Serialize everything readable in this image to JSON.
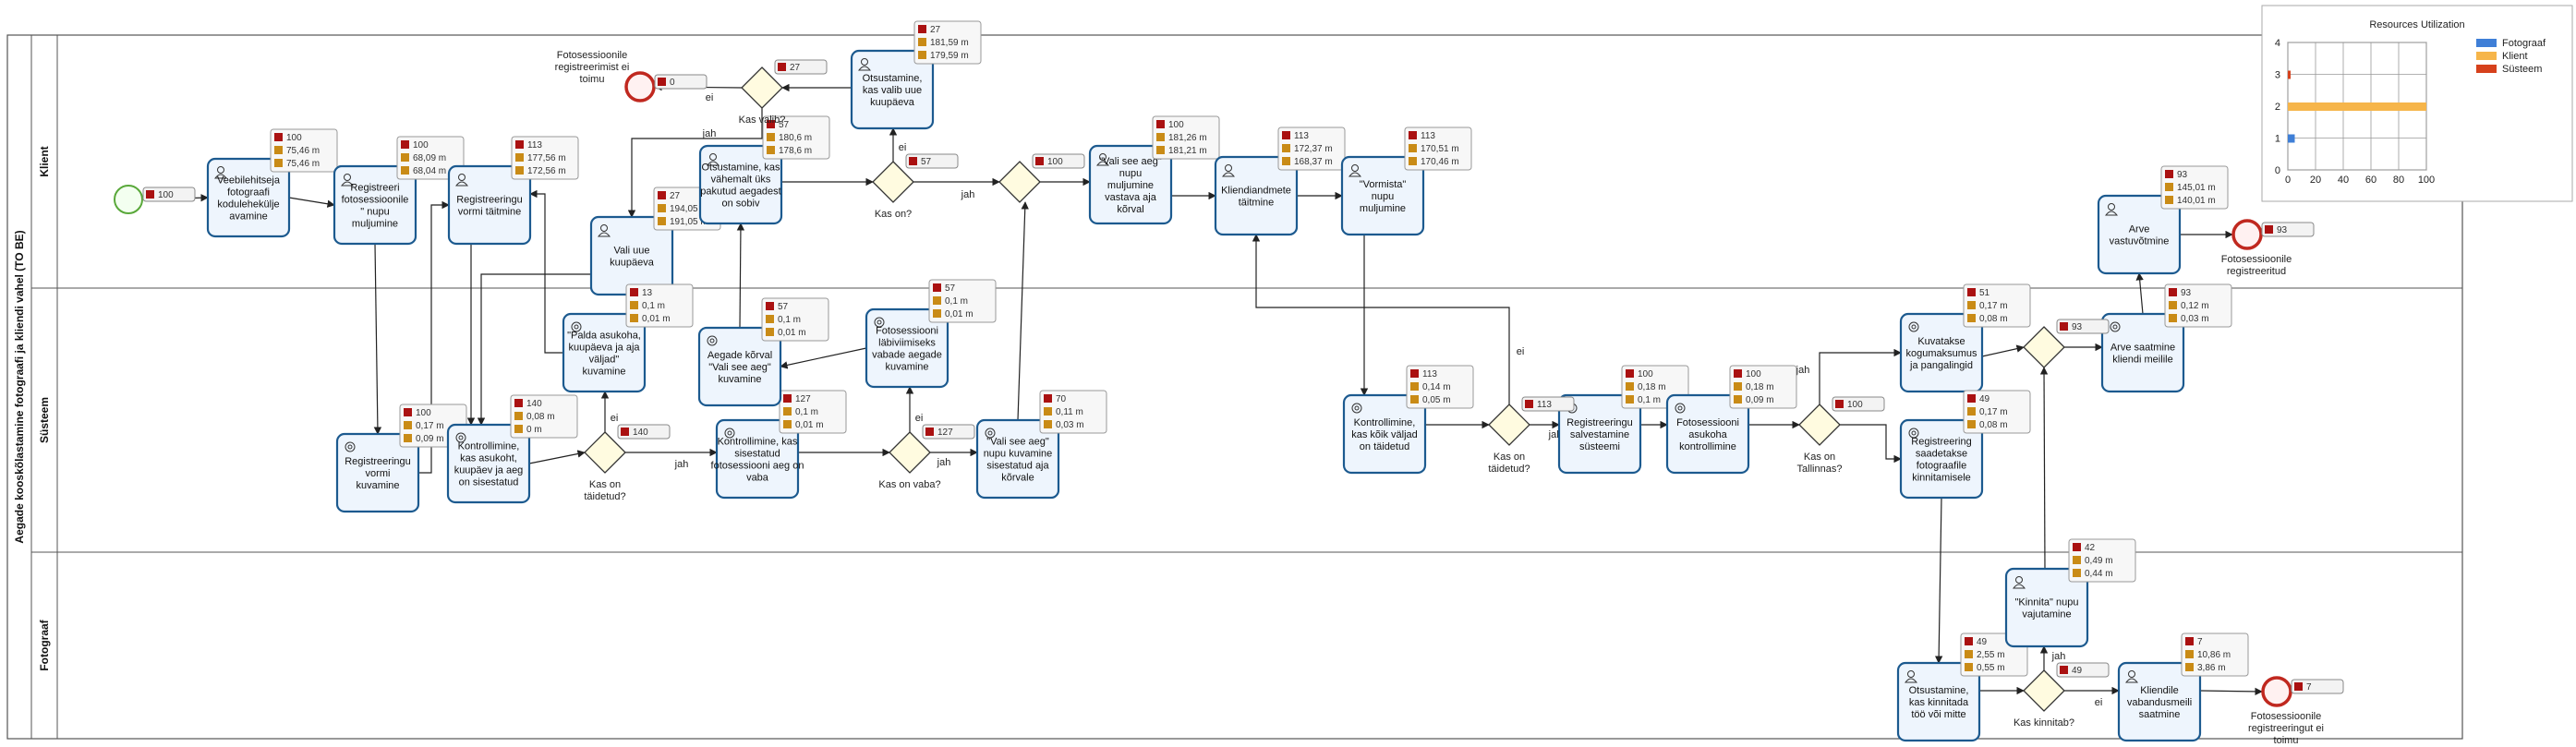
{
  "pool": {
    "title": "Aegade kooskõlastamine fotograafi ja kliendi vahel (TO BE)"
  },
  "lanes": [
    {
      "id": "klient",
      "label": "Klient"
    },
    {
      "id": "susteem",
      "label": "Süsteem"
    },
    {
      "id": "fotograaf",
      "label": "Fotograaf"
    }
  ],
  "tasks": [
    {
      "id": "t1",
      "lines": [
        "Veebilehitseja",
        "fotograafi",
        "kodulehekülje",
        "avamine"
      ],
      "stats": [
        "100",
        "75,46 m",
        "75,46 m"
      ]
    },
    {
      "id": "t2",
      "lines": [
        "Registreeri",
        "fotosessioonile",
        "\" nupu",
        "muljumine"
      ],
      "stats": [
        "100",
        "68,09 m",
        "68,04 m"
      ]
    },
    {
      "id": "t3",
      "lines": [
        "Registreeringu",
        "vormi täitmine"
      ],
      "stats": [
        "113",
        "177,56 m",
        "172,56 m"
      ]
    },
    {
      "id": "t4",
      "lines": [
        "Vali uue",
        "kuupäeva"
      ],
      "stats": [
        "27",
        "194,05 m",
        "191,05 m"
      ]
    },
    {
      "id": "t5",
      "lines": [
        "Otsustamine, kas",
        "vähemalt üks",
        "pakutud aegadest",
        "on sobiv"
      ],
      "stats": [
        "57",
        "180,6 m",
        "178,6 m"
      ]
    },
    {
      "id": "t6",
      "lines": [
        "Otsustamine,",
        "kas valib uue",
        "kuupäeva"
      ],
      "stats": [
        "27",
        "181,59 m",
        "179,59 m"
      ]
    },
    {
      "id": "t7",
      "lines": [
        "\"Vali see aeg\"",
        "nupu",
        "muljumine",
        "vastava aja",
        "kõrval"
      ],
      "stats": [
        "100",
        "181,26 m",
        "181,21 m"
      ]
    },
    {
      "id": "t8",
      "lines": [
        "Kliendiandmete",
        "täitmine"
      ],
      "stats": [
        "113",
        "172,37 m",
        "168,37 m"
      ]
    },
    {
      "id": "t9",
      "lines": [
        "\"Vormista\"",
        "nupu",
        "muljumine"
      ],
      "stats": [
        "113",
        "170,51 m",
        "170,46 m"
      ]
    },
    {
      "id": "t10",
      "lines": [
        "Arve",
        "vastuvõtmine"
      ],
      "stats": [
        "93",
        "145,01 m",
        "140,01 m"
      ]
    },
    {
      "id": "s1",
      "lines": [
        "Registreeringu",
        "vormi",
        "kuvamine"
      ],
      "stats": [
        "100",
        "0,17 m",
        "0,09 m"
      ]
    },
    {
      "id": "s2",
      "lines": [
        "Kontrollimine,",
        "kas asukoht,",
        "kuupäev ja aeg",
        "on sisestatud"
      ],
      "stats": [
        "140",
        "0,08 m",
        "0 m"
      ]
    },
    {
      "id": "s3",
      "lines": [
        "\"Palda asukoha,",
        "kuupäeva ja aja",
        "väljad\"",
        "kuvamine"
      ],
      "stats": [
        "13",
        "0,1 m",
        "0,01 m"
      ]
    },
    {
      "id": "s4",
      "lines": [
        "Kontrollimine, kas",
        "sisestatud",
        "fotosessiooni aeg on",
        "vaba"
      ],
      "stats": [
        "127",
        "0,1 m",
        "0,01 m"
      ]
    },
    {
      "id": "s5",
      "lines": [
        "Aegade kõrval",
        "\"Vali see aeg\"",
        "kuvamine"
      ],
      "stats": [
        "57",
        "0,1 m",
        "0,01 m"
      ]
    },
    {
      "id": "s6",
      "lines": [
        "Fotosessiooni",
        "läbiviimiseks",
        "vabade aegade",
        "kuvamine"
      ],
      "stats": [
        "57",
        "0,1 m",
        "0,01 m"
      ]
    },
    {
      "id": "s7",
      "lines": [
        "\"Vali see aeg\"",
        "nupu kuvamine",
        "sisestatud aja",
        "kõrvale"
      ],
      "stats": [
        "70",
        "0,11 m",
        "0,03 m"
      ]
    },
    {
      "id": "s8",
      "lines": [
        "Kontrollimine,",
        "kas kõik väljad",
        "on täidetud"
      ],
      "stats": [
        "113",
        "0,14 m",
        "0,05 m"
      ]
    },
    {
      "id": "s9",
      "lines": [
        "Registreeringu",
        "salvestamine",
        "süsteemi"
      ],
      "stats": [
        "100",
        "0,18 m",
        "0,1 m"
      ]
    },
    {
      "id": "s10",
      "lines": [
        "Fotosessiooni",
        "asukoha",
        "kontrollimine"
      ],
      "stats": [
        "100",
        "0,18 m",
        "0,09 m"
      ]
    },
    {
      "id": "s11",
      "lines": [
        "Kuvatakse",
        "kogumaksumus",
        "ja pangalingid"
      ],
      "stats": [
        "51",
        "0,17 m",
        "0,08 m"
      ]
    },
    {
      "id": "s12",
      "lines": [
        "Registreering",
        "saadetakse",
        "fotograafile",
        "kinnitamisele"
      ],
      "stats": [
        "49",
        "0,17 m",
        "0,08 m"
      ]
    },
    {
      "id": "s13",
      "lines": [
        "Arve saatmine",
        "kliendi meilile"
      ],
      "stats": [
        "93",
        "0,12 m",
        "0,03 m"
      ]
    },
    {
      "id": "f1",
      "lines": [
        "Otsustamine,",
        "kas kinnitada",
        "töö või mitte"
      ],
      "stats": [
        "49",
        "2,55 m",
        "0,55 m"
      ]
    },
    {
      "id": "f2",
      "lines": [
        "\"Kinnita\" nupu",
        "vajutamine"
      ],
      "stats": [
        "42",
        "0,49 m",
        "0,44 m"
      ]
    },
    {
      "id": "f3",
      "lines": [
        "Kliendile",
        "vabandusmeili",
        "saatmine"
      ],
      "stats": [
        "7",
        "10,86 m",
        "3,86 m"
      ]
    }
  ],
  "gateways": [
    {
      "id": "g1",
      "lines": [
        "Kas valib?"
      ],
      "count": "27"
    },
    {
      "id": "g2",
      "lines": [
        "Kas on?"
      ],
      "count": "57"
    },
    {
      "id": "g3",
      "lines": [],
      "count": "100"
    },
    {
      "id": "g4",
      "lines": [
        "Kas on",
        "täidetud?"
      ],
      "count": "140"
    },
    {
      "id": "g5",
      "lines": [
        "Kas on vaba?"
      ],
      "count": "127"
    },
    {
      "id": "g6",
      "lines": [
        "Kas on",
        "täidetud?"
      ],
      "count": "113"
    },
    {
      "id": "g7",
      "lines": [
        "Kas on",
        "Tallinnas?"
      ],
      "count": "100"
    },
    {
      "id": "g8",
      "lines": [],
      "count": "93"
    },
    {
      "id": "g9",
      "lines": [
        "Kas kinnitab?"
      ],
      "count": "49"
    }
  ],
  "events": [
    {
      "id": "e-start",
      "lines": [],
      "count": "100"
    },
    {
      "id": "e-end1",
      "lines": [
        "Fotosessioonile",
        "registreerimist ei",
        "toimu"
      ],
      "count": "0"
    },
    {
      "id": "e-end2",
      "lines": [
        "Fotosessioonile",
        "registreeritud"
      ],
      "count": "93"
    },
    {
      "id": "e-end3",
      "lines": [
        "Fotosessioonile",
        "registreeringut ei",
        "toimu"
      ],
      "count": "7"
    }
  ],
  "flow_labels": {
    "jah": "jah",
    "ei": "ei"
  },
  "chart_data": {
    "type": "bar",
    "title": "Resources Utilization",
    "categories": [
      "Fotograaf",
      "Klient",
      "Süsteem"
    ],
    "series": [
      {
        "name": "Fotograaf",
        "values": [
          5
        ],
        "row": 1
      },
      {
        "name": "Klient",
        "values": [
          100
        ],
        "row": 2
      },
      {
        "name": "Süsteem",
        "values": [
          2
        ],
        "row": 3
      }
    ],
    "colors": [
      "#3f7fd7",
      "#f6b54a",
      "#d6411c"
    ],
    "xlim": [
      0,
      100
    ],
    "ylim": [
      0,
      4
    ],
    "xticks": [
      "0",
      "20",
      "40",
      "60",
      "80",
      "100"
    ],
    "yticks": [
      "0",
      "1",
      "2",
      "3",
      "4"
    ],
    "legend_position": "right",
    "grid": true
  }
}
